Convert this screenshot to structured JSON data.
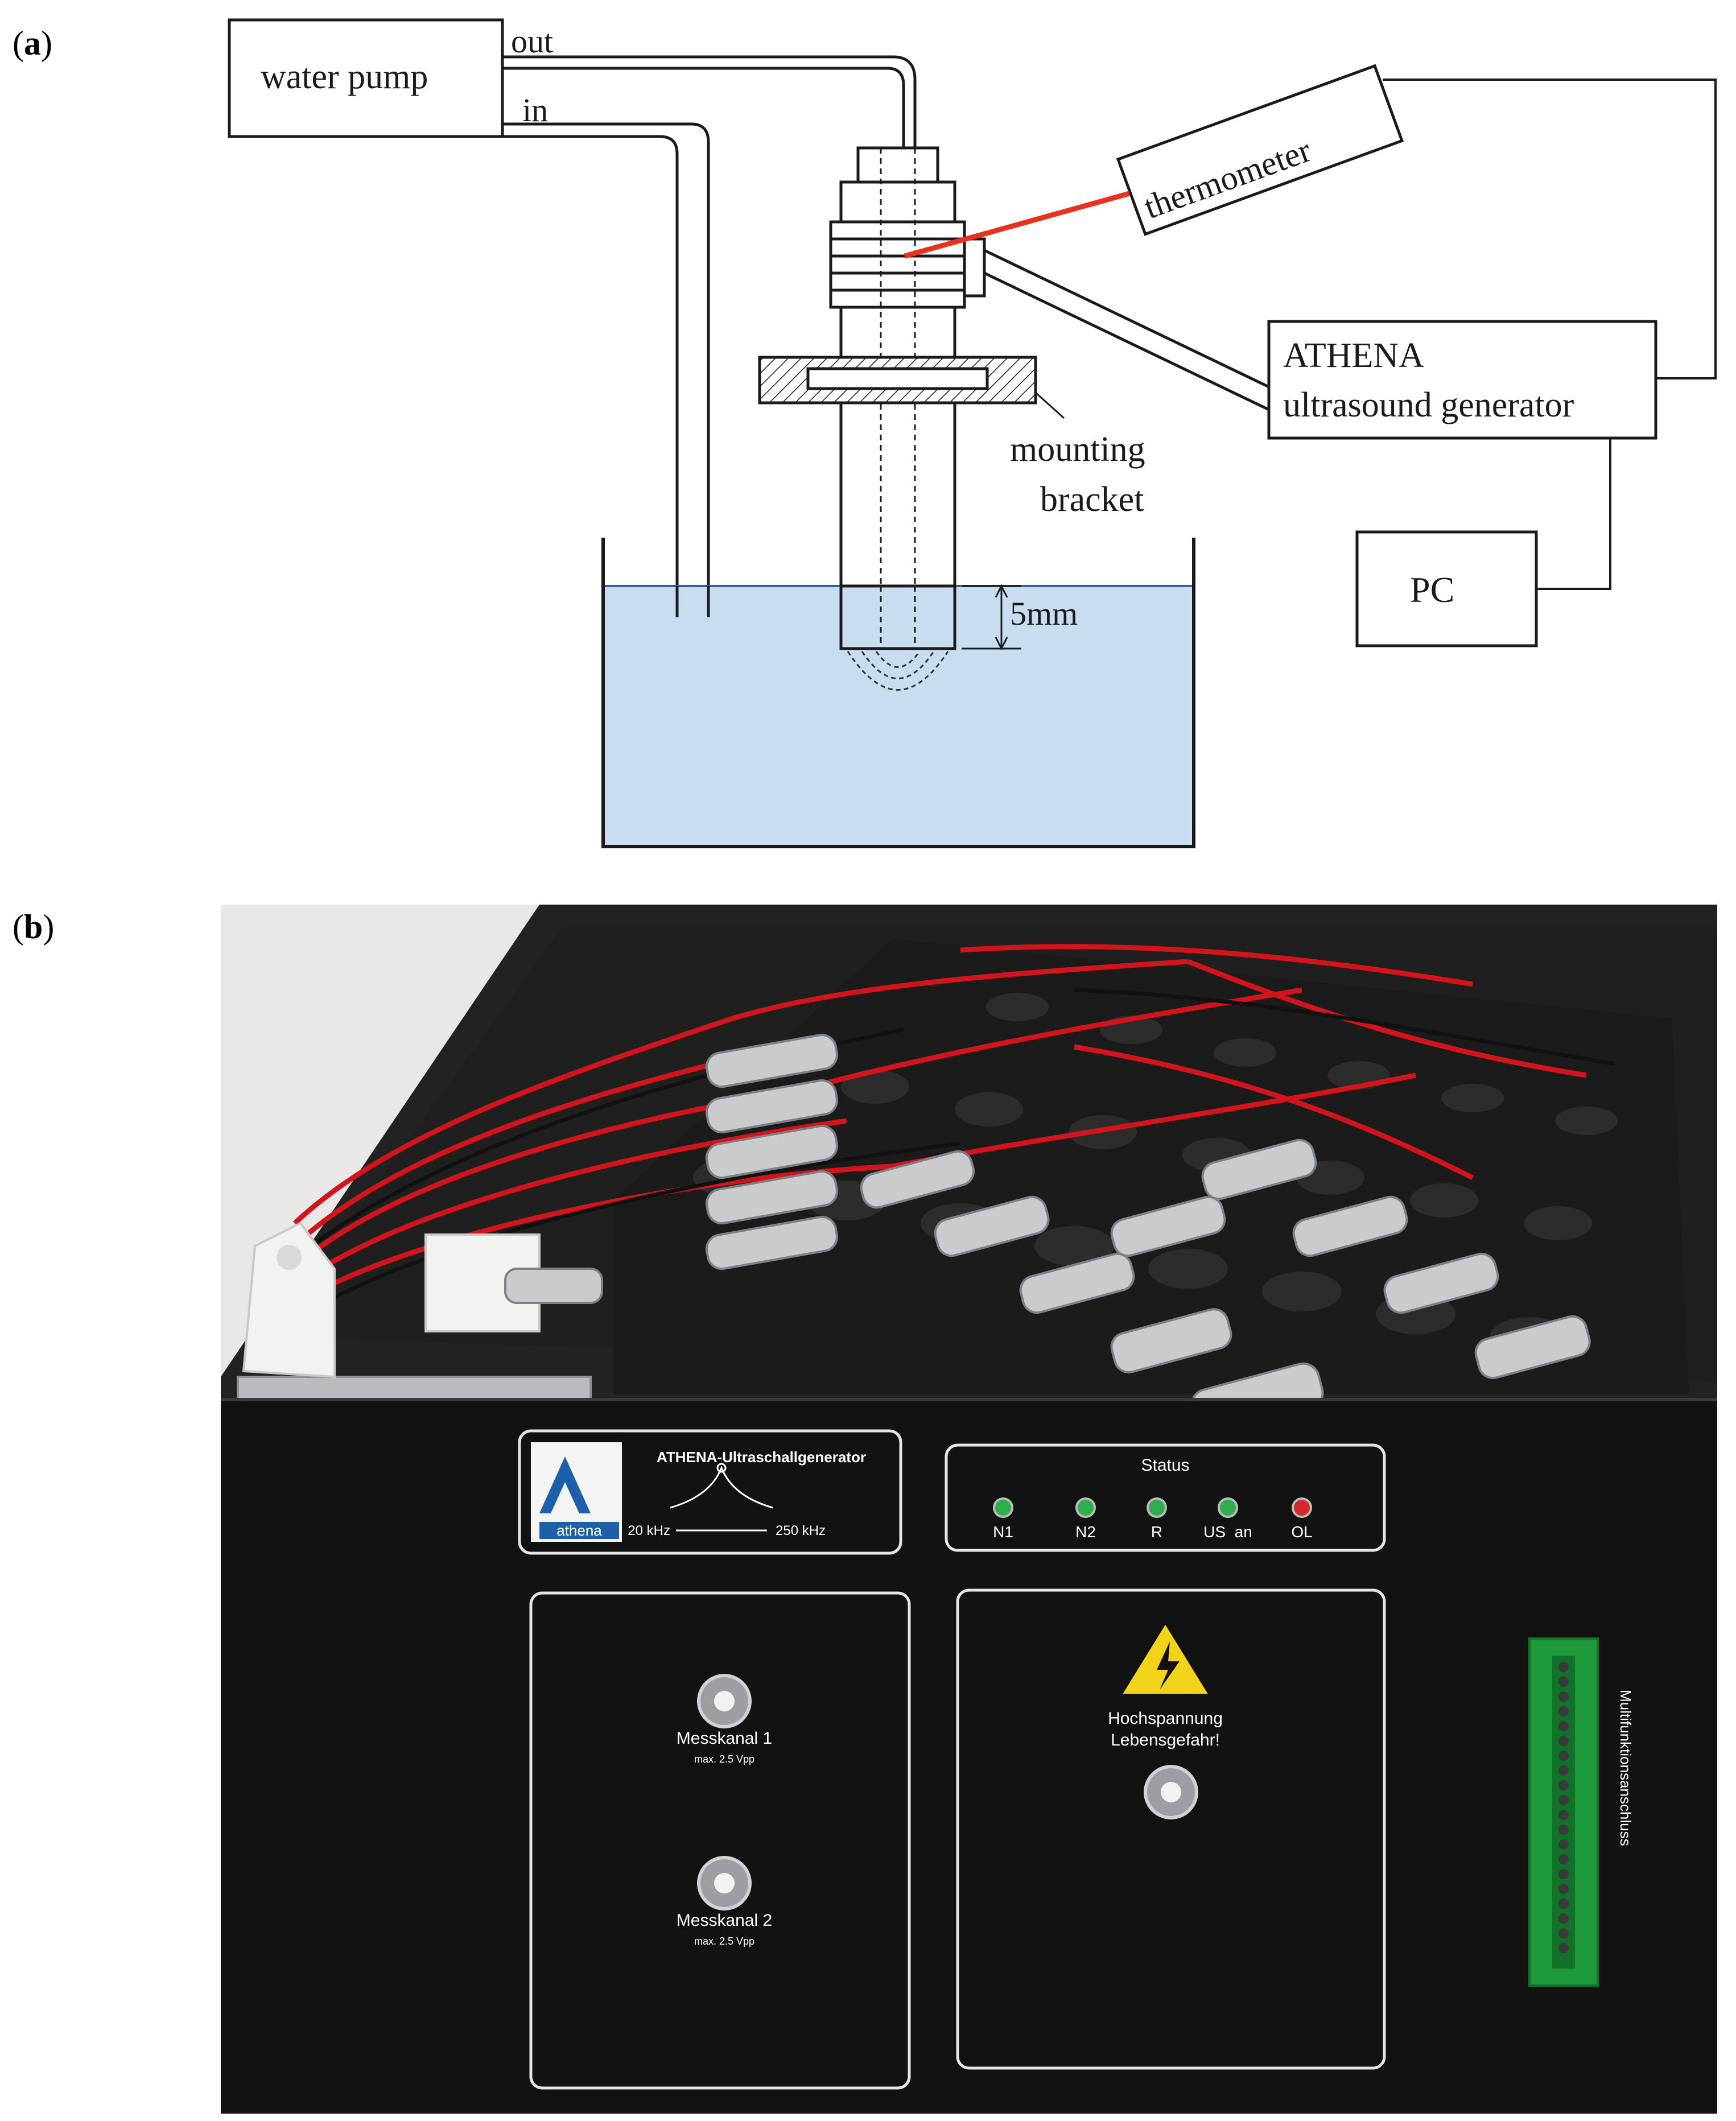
{
  "panel_a": {
    "label_open": "(",
    "label_letter": "a",
    "label_close": ")",
    "water_pump": "water pump",
    "out": "out",
    "in": "in",
    "thermometer": "thermometer",
    "generator_line1": "ATHENA",
    "generator_line2": "ultrasound generator",
    "mounting_line1": "mounting",
    "mounting_line2": "bracket",
    "pc": "PC",
    "depth": "5mm",
    "colors": {
      "water": "#c9ddf1",
      "water_line": "#2f5f9f",
      "thermo_probe": "#e8321e",
      "ink": "#1a1a1a"
    }
  },
  "panel_b": {
    "label_open": "(",
    "label_letter": "b",
    "label_close": ")",
    "logo_text": "athena",
    "device_title": "ATHENA-Ultraschallgenerator",
    "freq_low": "20 kHz",
    "freq_high": "250 kHz",
    "status_title": "Status",
    "leds": [
      "N1",
      "N2",
      "R",
      "US  an",
      "OL"
    ],
    "channel1_label": "Messkanal 1",
    "channel1_sub": "max. 2.5 Vpp",
    "channel2_label": "Messkanal 2",
    "channel2_sub": "max. 2.5 Vpp",
    "warning_line1": "Hochspannung",
    "warning_line2": "Lebensgefahr!",
    "side_label": "Multifunktionsanschluss",
    "colors": {
      "panel": "#121212",
      "foam": "#1c1c1c",
      "wire_red": "#d4141c",
      "led_green": "#2fae4e",
      "led_red": "#d22a2a",
      "connector_green": "#1f9a3a",
      "logo_blue": "#1d5fa8"
    }
  }
}
